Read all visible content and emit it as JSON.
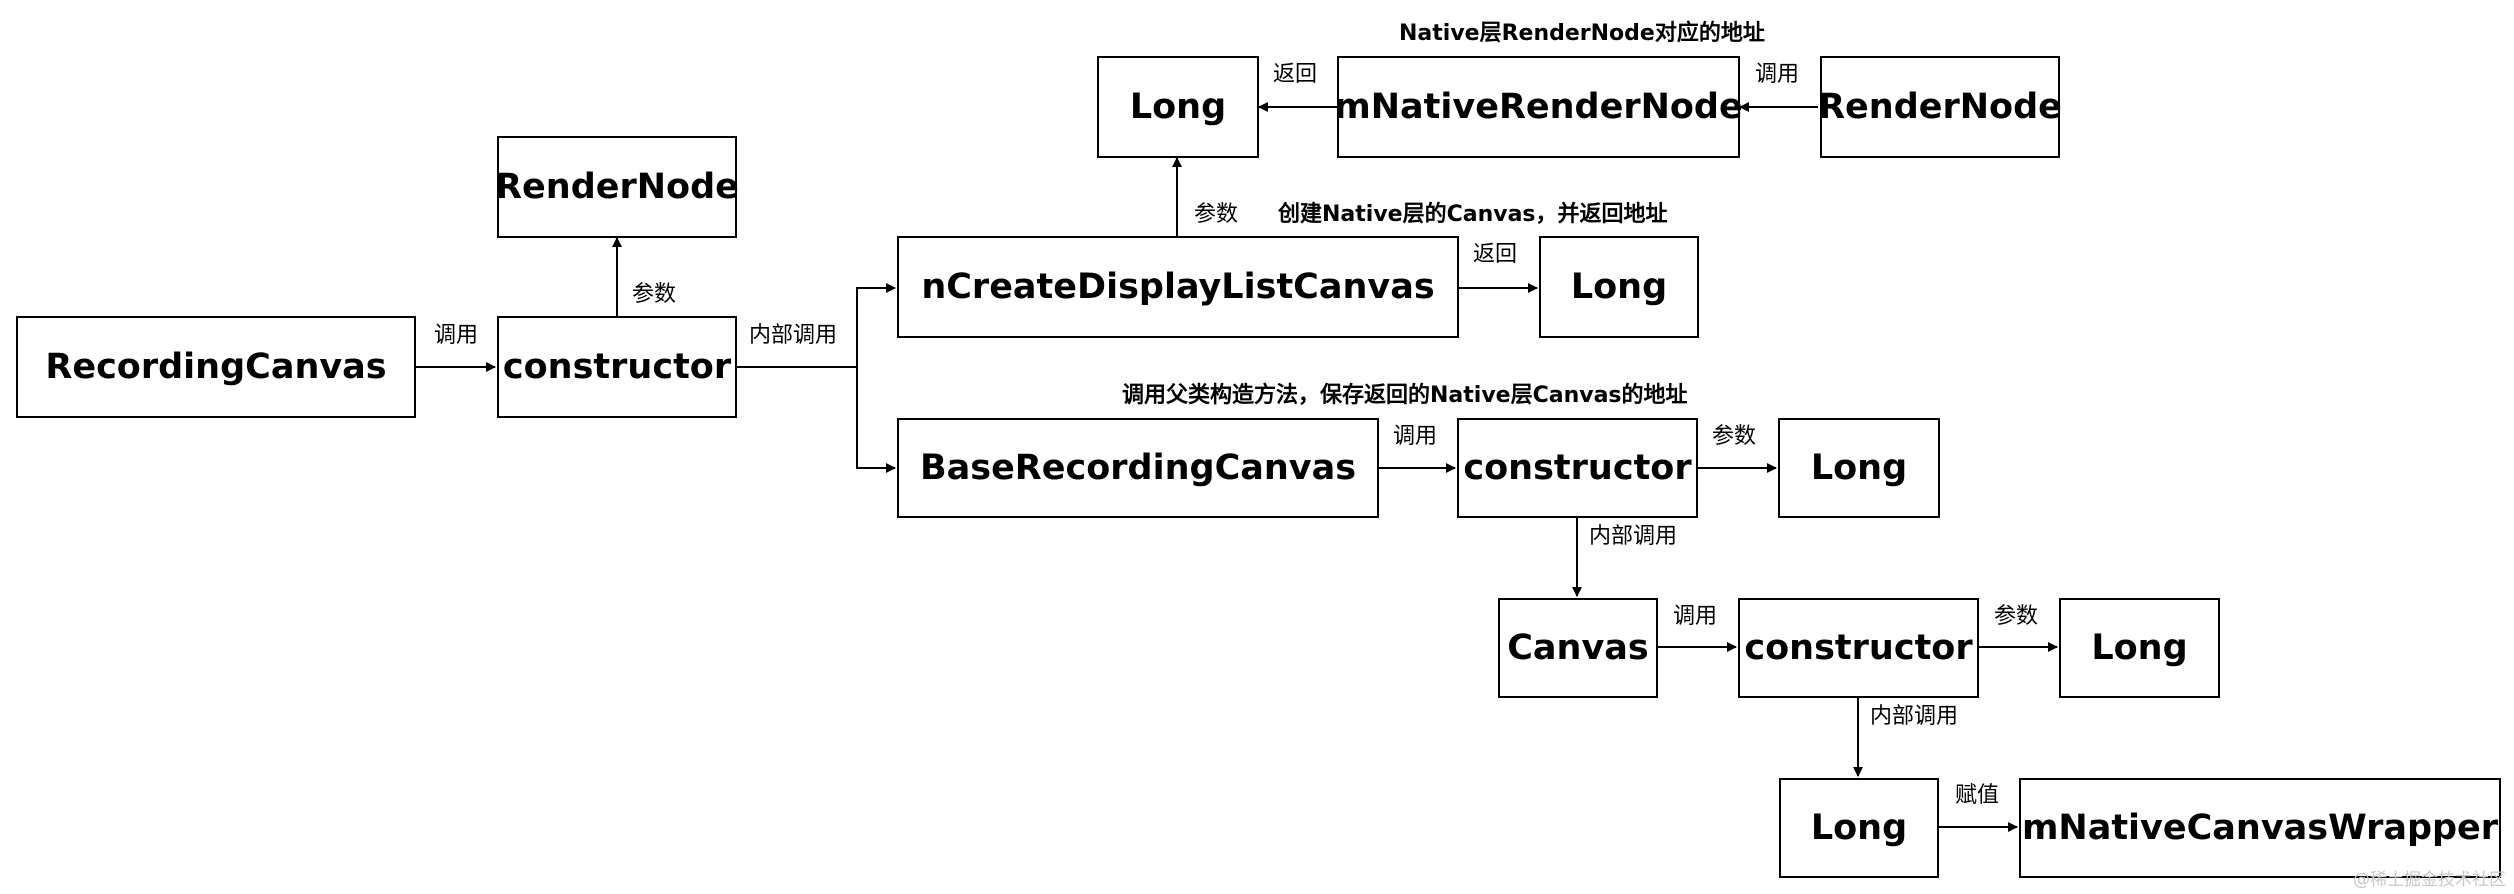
{
  "nodes": {
    "recording_canvas": "RecordingCanvas",
    "rc_constructor": "constructor",
    "rc_render_node": "RenderNode",
    "n_create_display_list_canvas": "nCreateDisplayListCanvas",
    "ncreate_long": "Long",
    "top_long": "Long",
    "m_native_render_node": "mNativeRenderNode",
    "top_render_node": "RenderNode",
    "base_recording_canvas": "BaseRecordingCanvas",
    "brc_constructor": "constructor",
    "brc_long": "Long",
    "canvas": "Canvas",
    "canvas_constructor": "constructor",
    "canvas_long": "Long",
    "bottom_long": "Long",
    "m_native_canvas_wrapper": "mNativeCanvasWrapper"
  },
  "edge_labels": {
    "rc_to_constructor": "调用",
    "constructor_to_rendernode": "参数",
    "constructor_internal_call": "内部调用",
    "ncreate_to_long": "返回",
    "ncreate_param": "参数",
    "mnative_to_long": "返回",
    "rendernode_to_mnative": "调用",
    "brc_to_constructor": "调用",
    "brc_constructor_to_long": "参数",
    "brc_constructor_internal": "内部调用",
    "canvas_to_constructor": "调用",
    "canvas_constructor_to_long": "参数",
    "canvas_constructor_internal": "内部调用",
    "long_to_wrapper": "赋值"
  },
  "annotations": {
    "native_render_node_address": "Native层RenderNode对应的地址",
    "create_native_canvas": "创建Native层的Canvas，并返回地址",
    "call_parent_constructor": "调用父类构造方法，保存返回的Native层Canvas的地址"
  },
  "watermark": "@稀土掘金技术社区"
}
